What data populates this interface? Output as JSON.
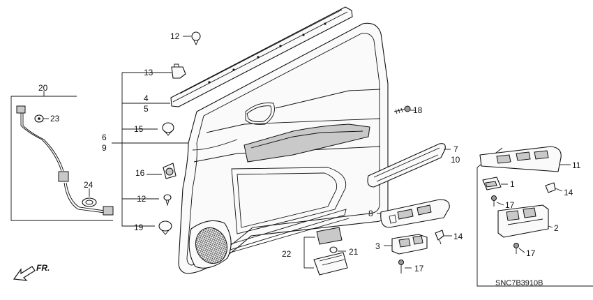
{
  "diagram": {
    "drawing_code": "SNC7B3910B",
    "direction_label": "FR.",
    "callouts": {
      "c1": "1",
      "c2": "2",
      "c3": "3",
      "c4": "4",
      "c5": "5",
      "c6": "6",
      "c7": "7",
      "c8": "8",
      "c9": "9",
      "c10": "10",
      "c11": "11",
      "c12a": "12",
      "c12b": "12",
      "c13": "13",
      "c14a": "14",
      "c14b": "14",
      "c15": "15",
      "c16": "16",
      "c17a": "17",
      "c17b": "17",
      "c17c": "17",
      "c18": "18",
      "c19": "19",
      "c20": "20",
      "c21": "21",
      "c22": "22",
      "c23": "23",
      "c24": "24"
    }
  }
}
